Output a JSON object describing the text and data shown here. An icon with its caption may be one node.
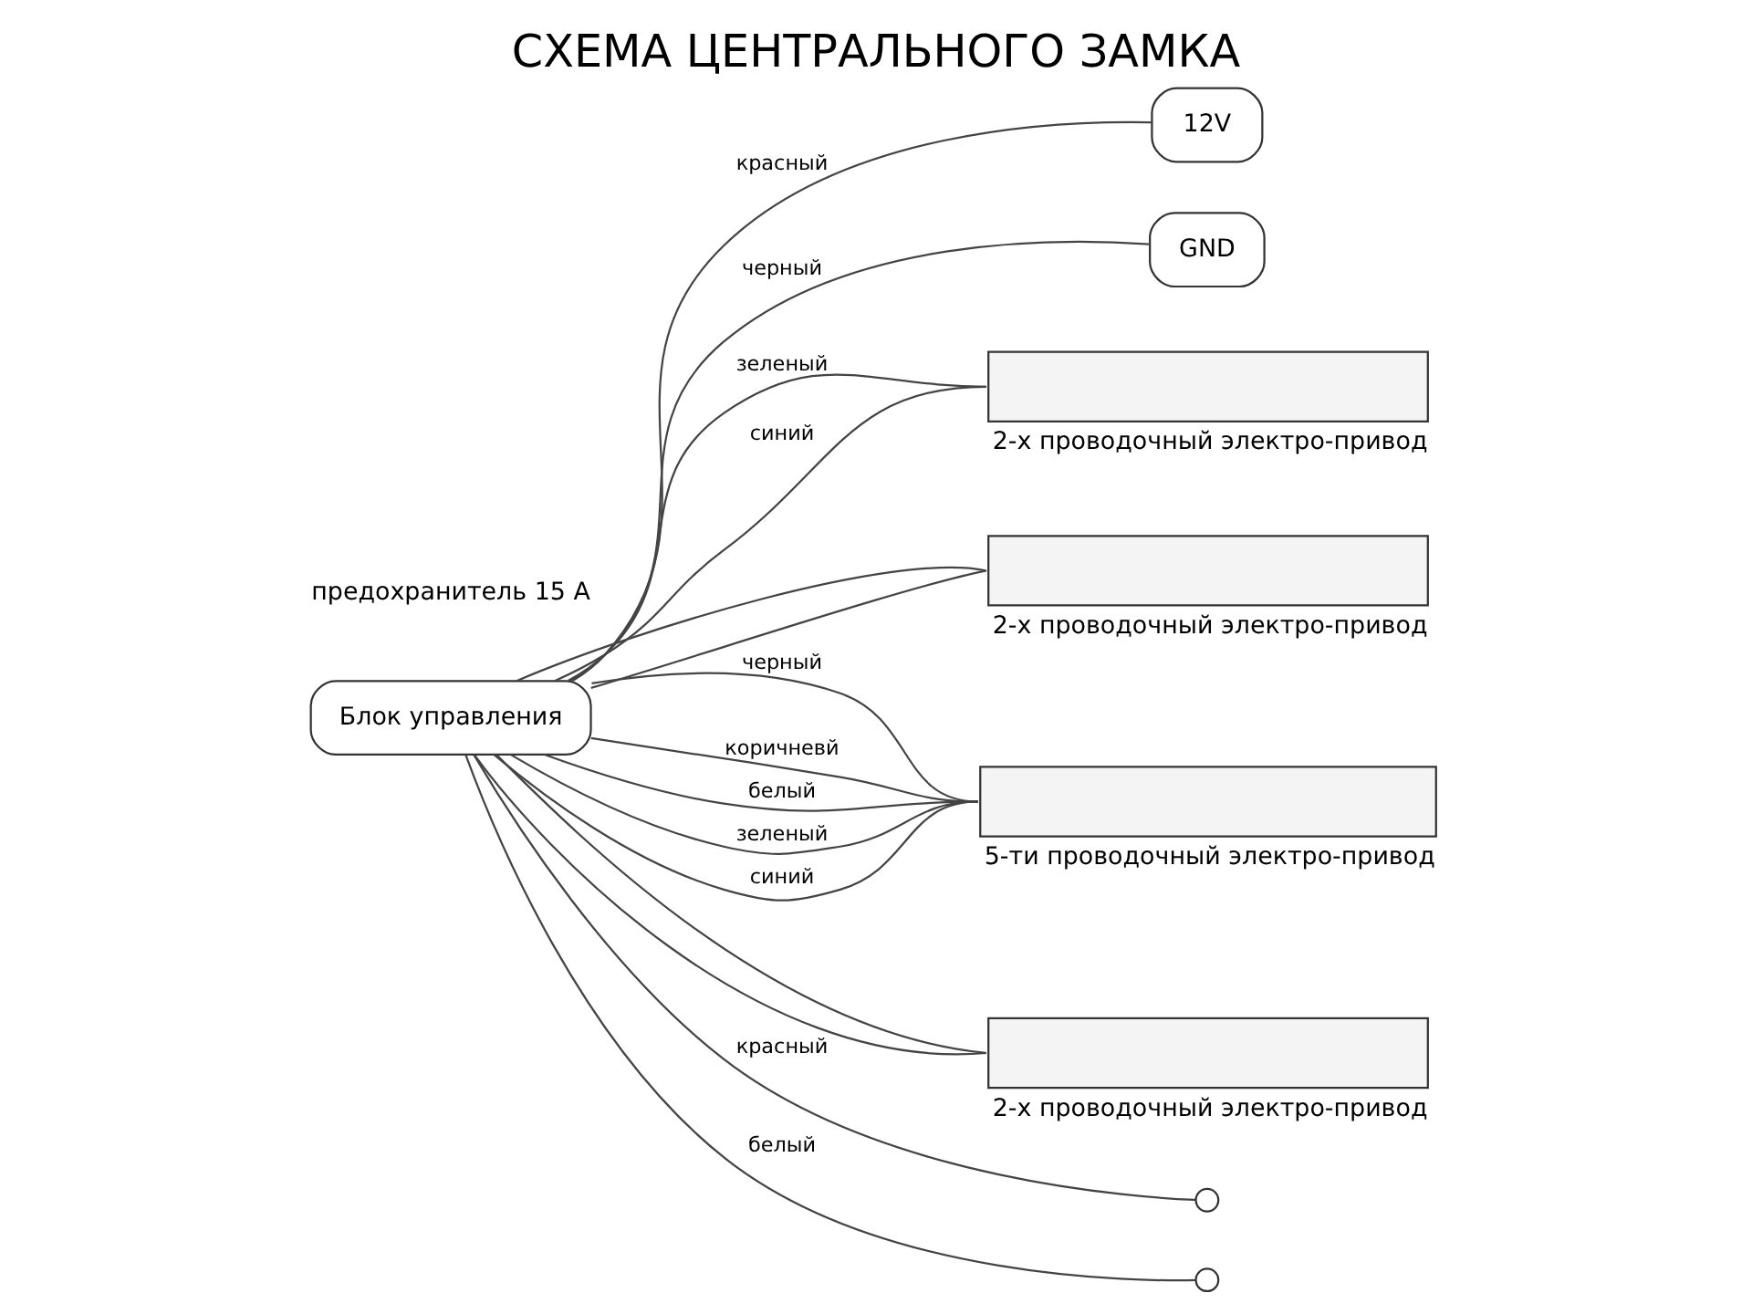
{
  "diagram": {
    "title": "СХЕМА ЦЕНТРАЛЬНОГО ЗАМКА",
    "nodes": [
      {
        "text": [
          "Блок управления"
        ]
      },
      {
        "text": [
          "12V"
        ]
      },
      {
        "text": [
          "GND"
        ]
      },
      {
        "text": [],
        "shape": "box",
        "beside": [
          "2-х проводочный электро-привод"
        ]
      },
      {
        "text": [],
        "shape": "box",
        "beside": [
          "2-х проводочный электро-привод"
        ]
      },
      {
        "text": [],
        "shape": "box",
        "beside": [
          "5-ти проводочный электро-привод"
        ]
      },
      {
        "text": [],
        "shape": "box",
        "beside": [
          "2-х проводочный электро-привод"
        ]
      },
      {
        "text": [],
        "shape": "circle"
      },
      {
        "text": [],
        "shape": "circle"
      }
    ],
    "edges": [
      {
        "from": 0,
        "to": 1,
        "arrow": "none",
        "label": "красный"
      },
      {
        "from": 0,
        "to": 2,
        "arrow": "none",
        "label": "черный"
      },
      {
        "from": 0,
        "to": 3,
        "arrow": "none",
        "label": "зеленый"
      },
      {
        "from": 0,
        "to": 3,
        "arrow": "none",
        "label": "синий"
      },
      {
        "from": 0,
        "to": 4,
        "arrow": "none"
      },
      {
        "from": 0,
        "to": 4,
        "arrow": "none"
      },
      {
        "from": 0,
        "to": 5,
        "arrow": "none",
        "label": "черный"
      },
      {
        "from": 0,
        "to": 5,
        "arrow": "none",
        "label": "коричневй"
      },
      {
        "from": 0,
        "to": 5,
        "arrow": "none",
        "label": "белый"
      },
      {
        "from": 0,
        "to": 5,
        "arrow": "none",
        "label": "зеленый"
      },
      {
        "from": 0,
        "to": 5,
        "arrow": "none",
        "label": "синий"
      },
      {
        "from": 0,
        "to": 6,
        "arrow": "none"
      },
      {
        "from": 0,
        "to": 6,
        "arrow": "none"
      },
      {
        "from": 0,
        "to": 7,
        "arrow": "none",
        "label": "красный"
      },
      {
        "from": 0,
        "to": 8,
        "arrow": "none",
        "label": "белый"
      }
    ],
    "labels": [
      "предохранитель 15 A"
    ]
  }
}
